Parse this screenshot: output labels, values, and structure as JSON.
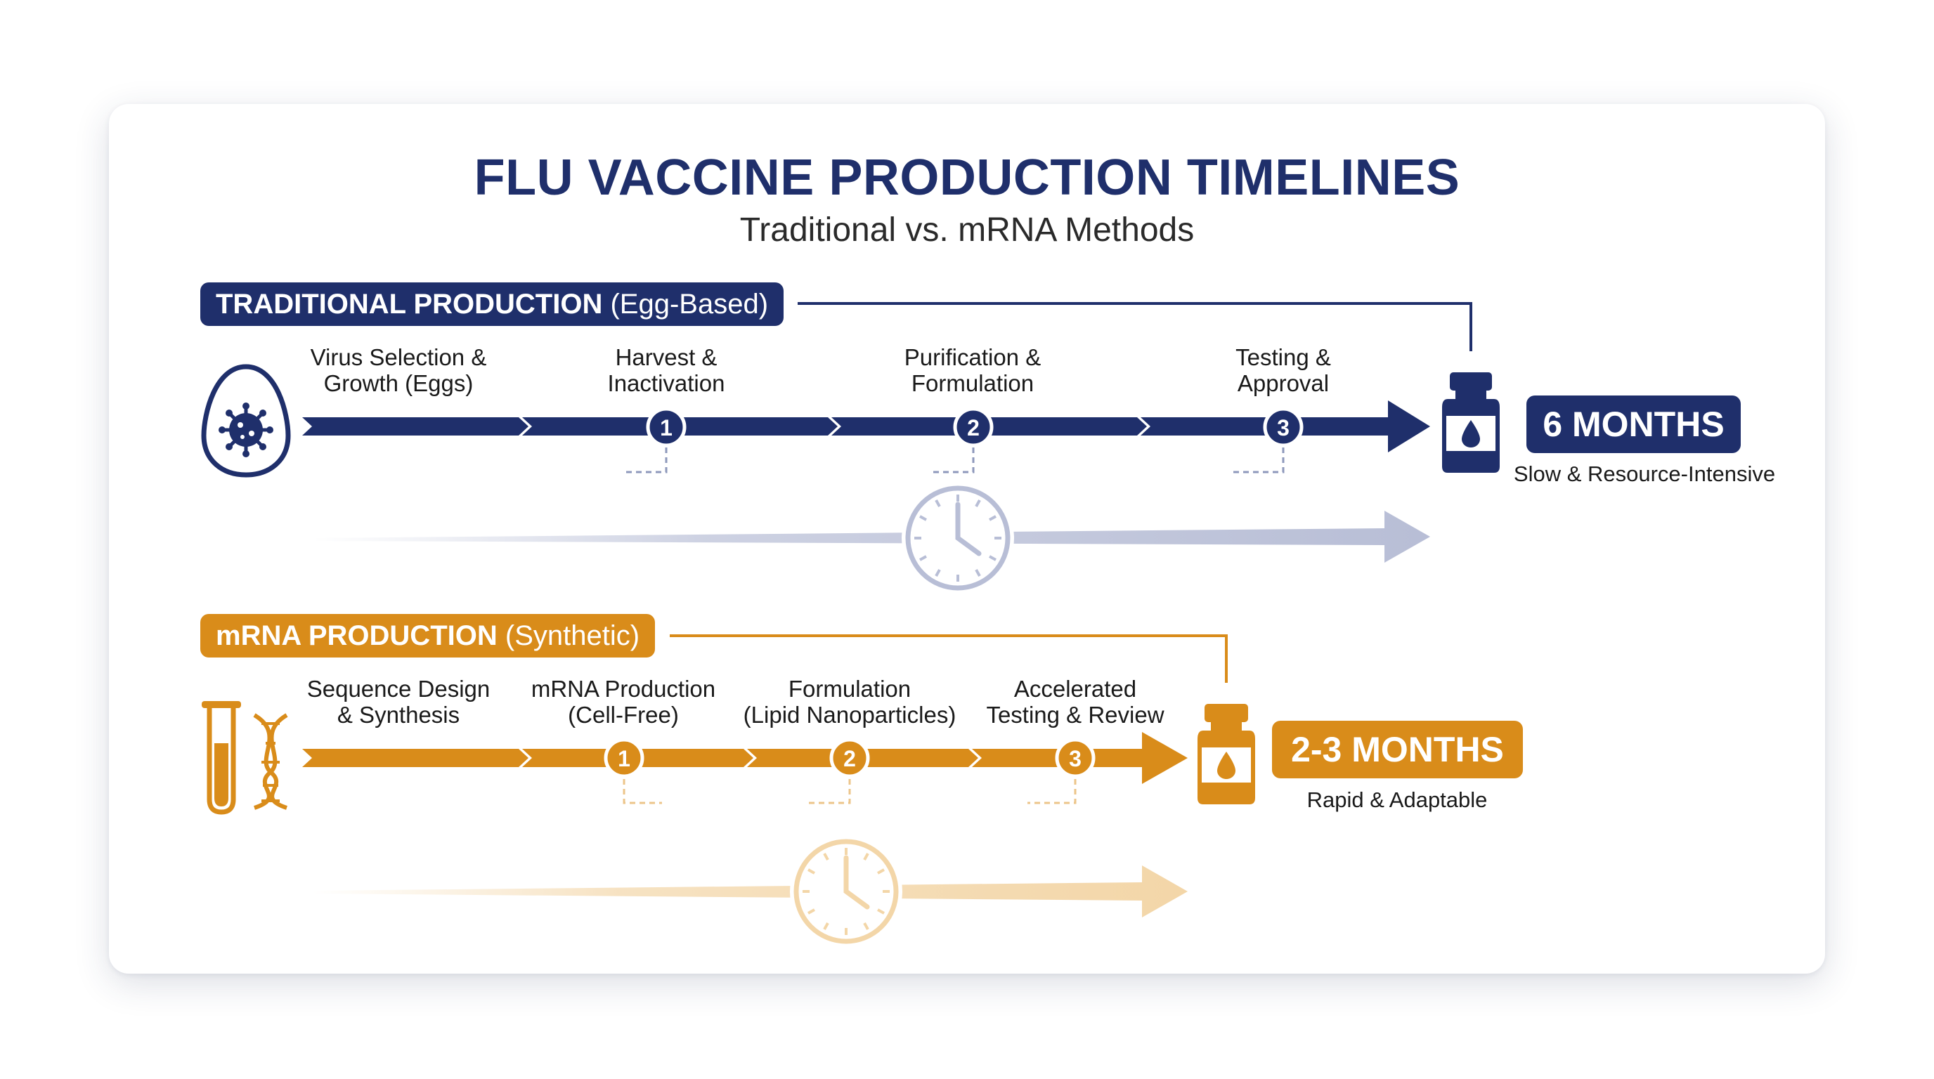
{
  "title": "FLU VACCINE PRODUCTION TIMELINES",
  "subtitle": "Traditional vs. mRNA Methods",
  "colors": {
    "navy": "#1f2f6b",
    "orange": "#d98c1a",
    "navy_light": "#b8bed6",
    "orange_light": "#f3d6a8"
  },
  "traditional": {
    "header_bold": "TRADITIONAL PRODUCTION",
    "header_light": "(Egg-Based)",
    "start_icon": "egg-virus-icon",
    "steps": [
      {
        "line1": "Virus Selection &",
        "line2": "Growth (Eggs)"
      },
      {
        "line1": "Harvest &",
        "line2": "Inactivation"
      },
      {
        "line1": "Purification &",
        "line2": "Formulation"
      },
      {
        "line1": "Testing &",
        "line2": "Approval"
      }
    ],
    "markers": [
      "1",
      "2",
      "3"
    ],
    "duration": "6 MONTHS",
    "caption": "Slow & Resource-Intensive",
    "end_icon": "vaccine-vial-icon",
    "timer_icon": "clock-icon"
  },
  "mrna": {
    "header_bold": "mRNA PRODUCTION",
    "header_light": "(Synthetic)",
    "start_icon": "test-tube-dna-icon",
    "steps": [
      {
        "line1": "Sequence Design",
        "line2": "& Synthesis"
      },
      {
        "line1": "mRNA Production",
        "line2": "(Cell-Free)"
      },
      {
        "line1": "Formulation",
        "line2": "(Lipid Nanoparticles)"
      },
      {
        "line1": "Accelerated",
        "line2": "Testing & Review"
      }
    ],
    "markers": [
      "1",
      "2",
      "3"
    ],
    "duration": "2-3 MONTHS",
    "caption": "Rapid & Adaptable",
    "end_icon": "vaccine-vial-icon",
    "timer_icon": "clock-icon"
  }
}
